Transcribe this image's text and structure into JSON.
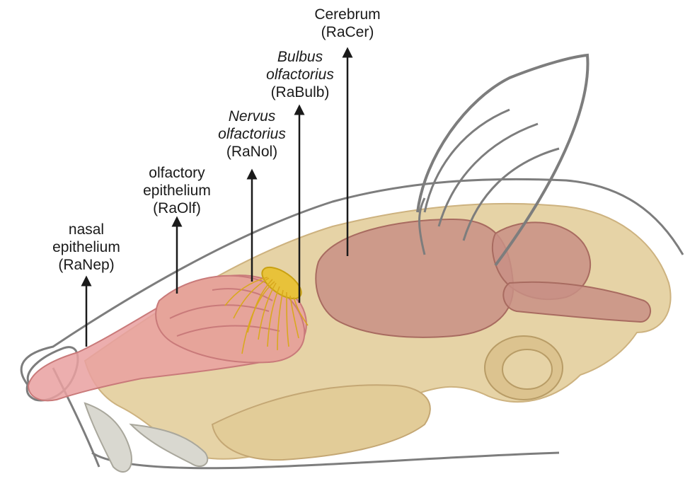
{
  "labels": {
    "cerebrum": {
      "line1": "Cerebrum",
      "line2": "(RaCer)"
    },
    "bulbus": {
      "line1": "Bulbus",
      "line2": "olfactorius",
      "line3": "(RaBulb)"
    },
    "nervus": {
      "line1": "Nervus",
      "line2": "olfactorius",
      "line3": "(RaNol)"
    },
    "olfactory_epithelium": {
      "line1": "olfactory",
      "line2": "epithelium",
      "line3": "(RaOlf)"
    },
    "nasal_epithelium": {
      "line1": "nasal",
      "line2": "epithelium",
      "line3": "(RaNep)"
    }
  },
  "colors": {
    "skull": "#e6d3a6",
    "skull_stroke": "#cdb27f",
    "brain": "#c88f85",
    "nasal": "#e9a0a0",
    "nerve": "#d9a81e",
    "outline": "#7d7d7d",
    "arrow": "#1a1a1a",
    "tooth": "#d9d8d0"
  }
}
